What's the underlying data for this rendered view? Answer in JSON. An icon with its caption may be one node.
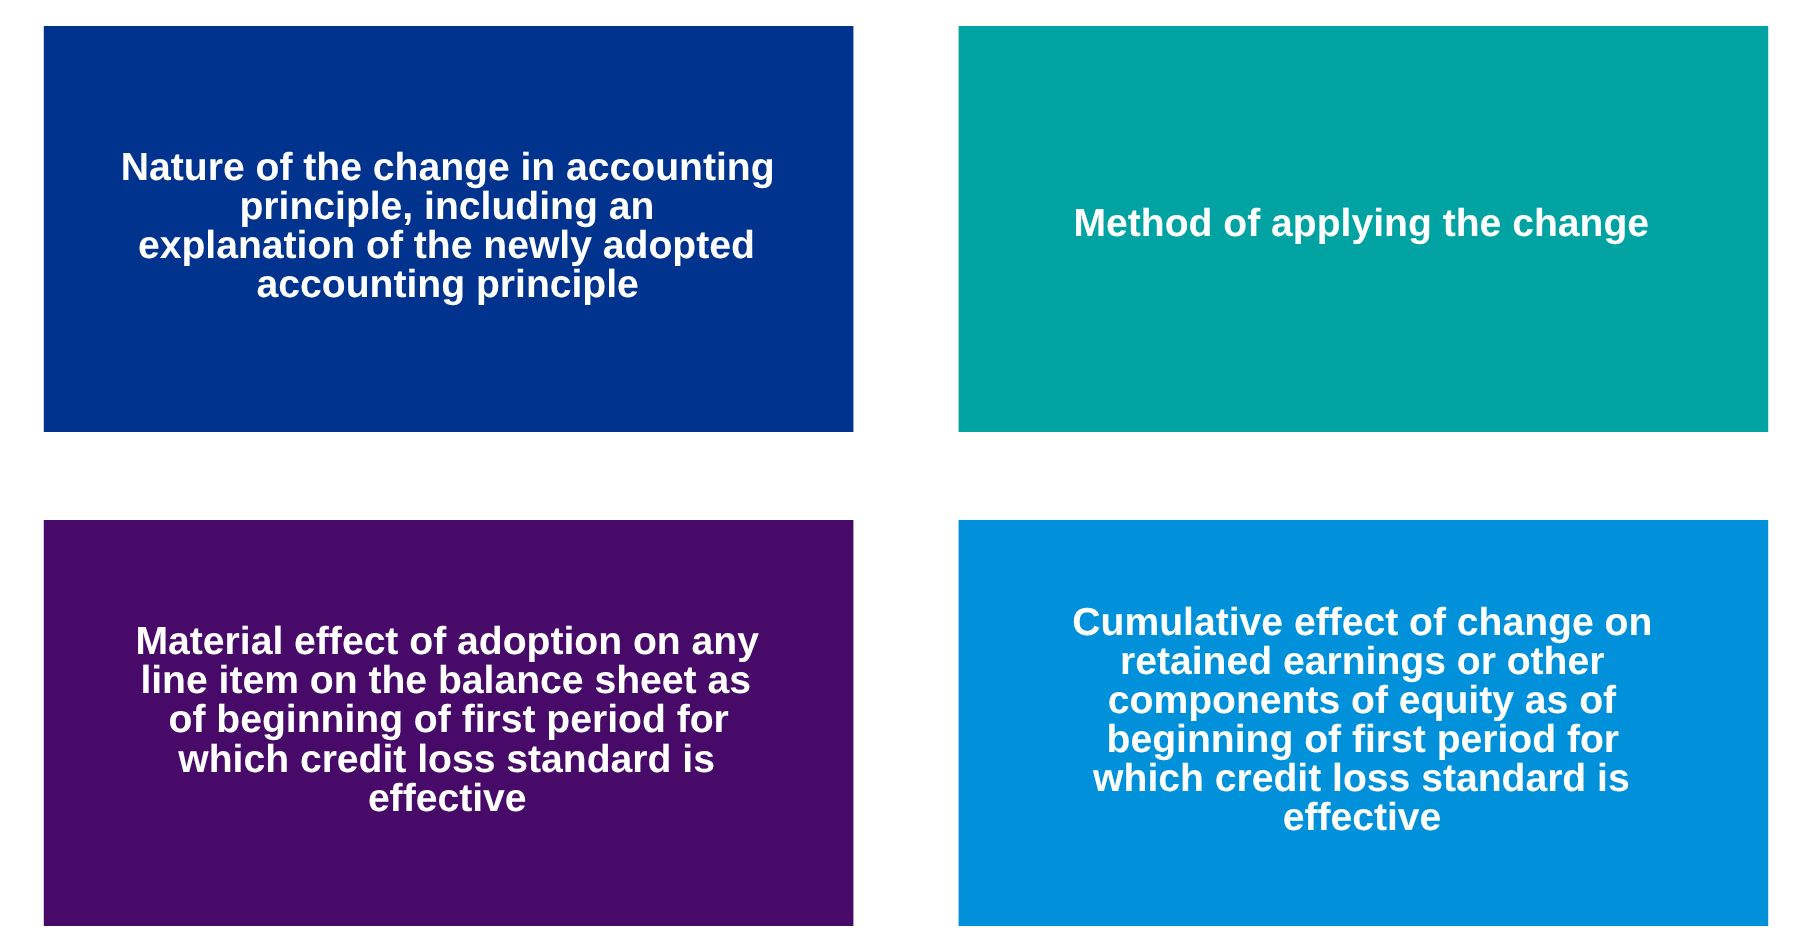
{
  "diagram": {
    "nodes": [
      {
        "text": [
          "Nature of the change in accounting principle, including an explanation of the newly adopted accounting principle"
        ]
      },
      {
        "text": [
          "Method of applying the change"
        ]
      },
      {
        "text": [
          "Material effect of adoption on any line item on the balance sheet as of beginning of first period for which credit loss standard is effective"
        ]
      },
      {
        "text": [
          "Cumulative effect of change on retained earnings or other components of equity as of beginning of first period for which credit loss standard is effective"
        ]
      }
    ]
  }
}
